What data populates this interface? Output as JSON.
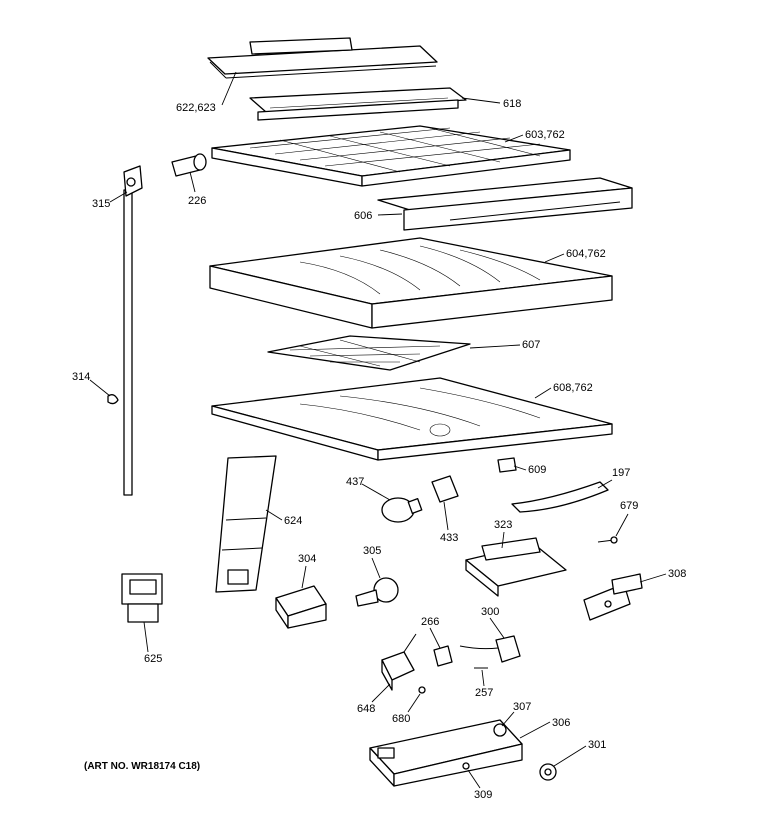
{
  "diagram": {
    "art_number": "(ART NO. WR18174 C18)",
    "callouts": {
      "p622_623": "622,623",
      "p618": "618",
      "p603_762": "603,762",
      "p315": "315",
      "p226": "226",
      "p606": "606",
      "p604_762": "604,762",
      "p607": "607",
      "p314": "314",
      "p608_762": "608,762",
      "p609": "609",
      "p197": "197",
      "p437": "437",
      "p679": "679",
      "p624": "624",
      "p433": "433",
      "p323": "323",
      "p304": "304",
      "p305": "305",
      "p308": "308",
      "p625": "625",
      "p266": "266",
      "p300": "300",
      "p257": "257",
      "p648": "648",
      "p680": "680",
      "p307": "307",
      "p306": "306",
      "p301": "301",
      "p309": "309"
    }
  }
}
